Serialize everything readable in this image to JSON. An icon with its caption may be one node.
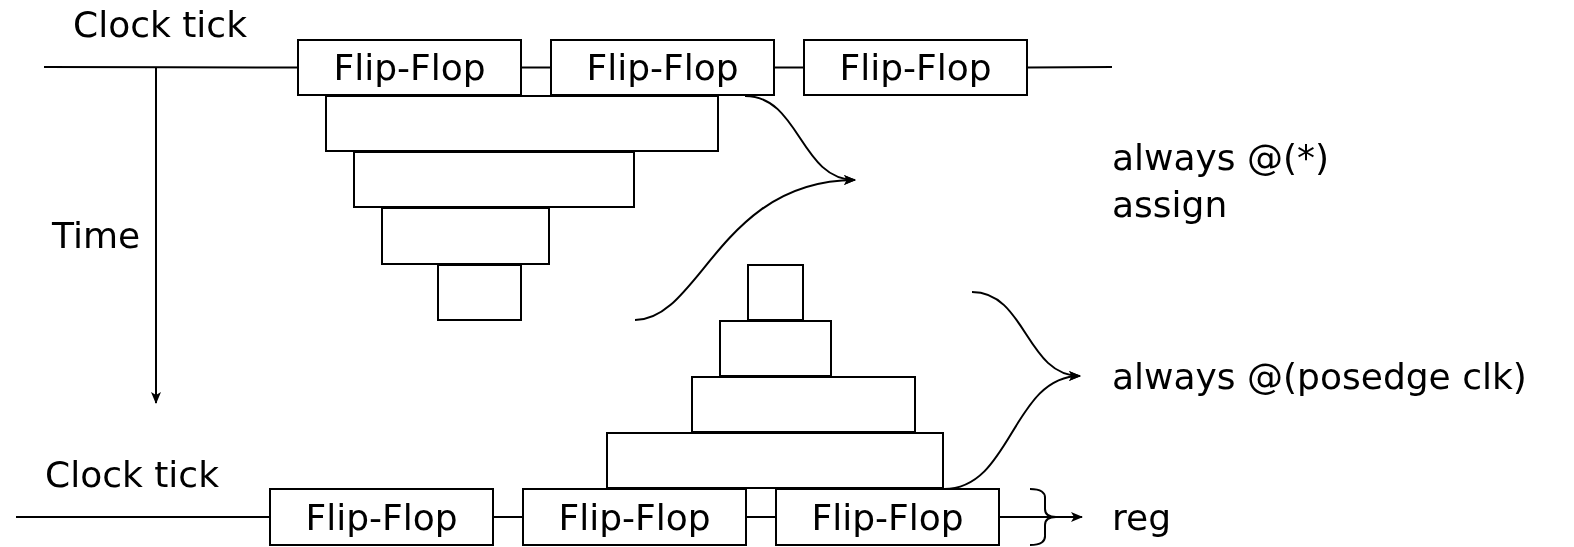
{
  "diagram": {
    "nodes": [
      {
        "text": [
          "Flip-Flop"
        ]
      },
      {
        "text": [
          "Flip-Flop"
        ]
      },
      {
        "text": [
          "Flip-Flop"
        ]
      },
      {
        "text": [],
        "shape": "box"
      },
      {
        "text": [],
        "shape": "box"
      },
      {
        "text": [],
        "shape": "box"
      },
      {
        "text": [],
        "shape": "box"
      },
      {
        "text": [],
        "shape": "box"
      },
      {
        "text": [],
        "shape": "box"
      },
      {
        "text": [],
        "shape": "box"
      },
      {
        "text": [],
        "shape": "box"
      },
      {
        "text": [
          "always @(posedge clk)"
        ]
      },
      {
        "text": [
          "Flip-Flop"
        ]
      },
      {
        "text": [
          "Flip-Flop"
        ]
      },
      {
        "text": [
          "Flip-Flop"
        ]
      },
      {
        "text": [
          "reg"
        ]
      }
    ],
    "edges": [
      {
        "from": null,
        "to": 0,
        "arrow": "none"
      },
      {
        "from": 0,
        "to": 1,
        "arrow": "none"
      },
      {
        "from": 1,
        "to": 2,
        "arrow": "none"
      },
      {
        "from": 2,
        "to": null,
        "arrow": "none"
      },
      {
        "from": 1,
        "to": null,
        "arrow": "to"
      },
      {
        "from": null,
        "to": 11,
        "arrow": "to"
      },
      {
        "from": 10,
        "to": 11,
        "arrow": "to"
      },
      {
        "from": null,
        "to": 12,
        "arrow": "none"
      },
      {
        "from": 12,
        "to": 13,
        "arrow": "none"
      },
      {
        "from": 13,
        "to": 14,
        "arrow": "none"
      },
      {
        "from": 14,
        "to": 15,
        "arrow": "to"
      }
    ],
    "labels": [
      "Clock tick",
      "always @(*)",
      "assign",
      "Time",
      "Clock tick"
    ]
  }
}
